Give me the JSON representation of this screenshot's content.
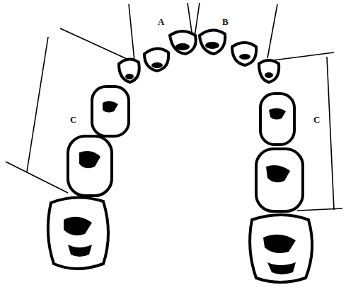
{
  "diagram": {
    "labels": [
      "A",
      "B",
      "C",
      "C"
    ]
  }
}
